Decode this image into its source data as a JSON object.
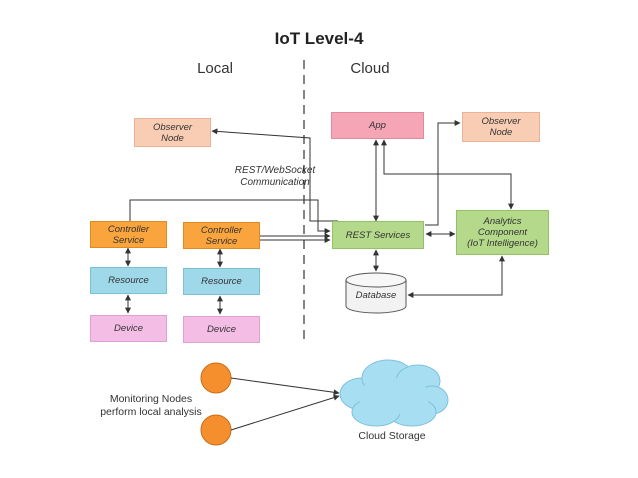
{
  "title": "IoT Level-4",
  "regions": {
    "local": "Local",
    "cloud": "Cloud"
  },
  "nodes": {
    "observer_local": "Observer\nNode",
    "observer_cloud": "Observer\nNode",
    "app": "App",
    "rest_services": "REST Services",
    "analytics": "Analytics\nComponent\n(IoT Intelligence)",
    "database": "Database",
    "controller_1": "Controller\nService",
    "controller_2": "Controller\nService",
    "resource_1": "Resource",
    "resource_2": "Resource",
    "device_1": "Device",
    "device_2": "Device"
  },
  "labels": {
    "rest_comm": "REST/WebSocket\nCommunication",
    "monitoring": "Monitoring Nodes\nperform local analysis",
    "cloud_storage": "Cloud Storage"
  },
  "colors": {
    "controller": "#f9a43c",
    "resource": "#9fd8e8",
    "device": "#f3bde6",
    "observer": "#f8cdb3",
    "app": "#f5a5b5",
    "services": "#b4d98a",
    "monitoring_node": "#f58f2e",
    "cloud": "#a7def2"
  }
}
